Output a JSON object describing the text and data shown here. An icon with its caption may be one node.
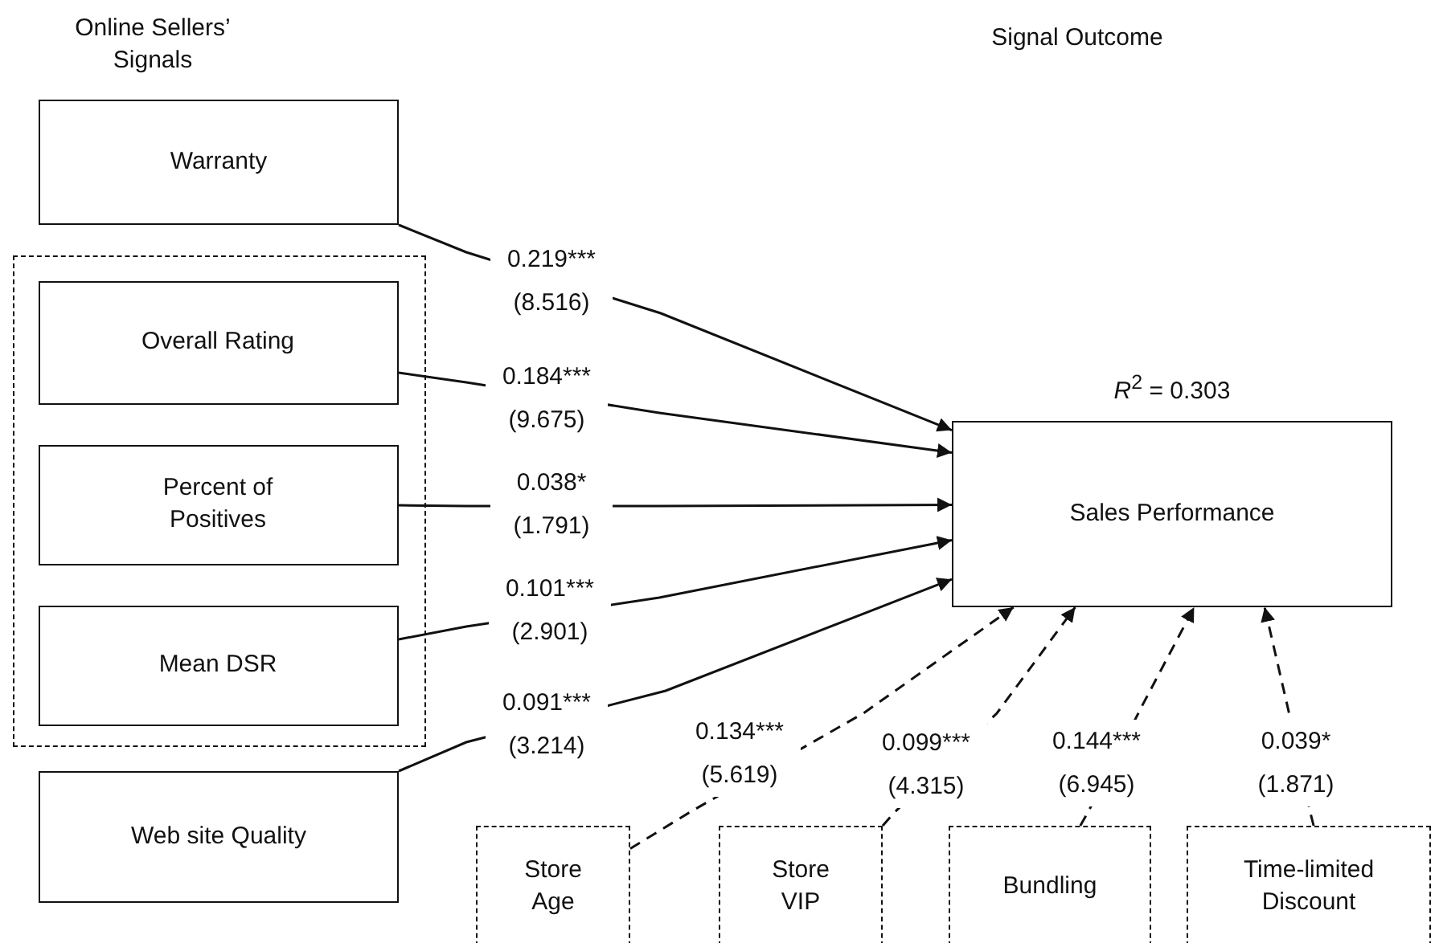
{
  "diagram": {
    "nodes": [
      {
        "text": [
          "Warranty"
        ]
      },
      {
        "text": [],
        "shape": "box"
      },
      {
        "text": [
          "Overall Rating"
        ],
        "in": 1
      },
      {
        "text": [
          "Percent of Positives"
        ],
        "in": 1
      },
      {
        "text": [
          "Mean DSR"
        ],
        "in": 1
      },
      {
        "text": [
          "Web site Quality"
        ]
      },
      {
        "text": [
          "Sales Performance"
        ],
        "beside": [
          "*R*$^{2}$ = 0.303"
        ]
      },
      {
        "text": [
          "Store Age"
        ]
      },
      {
        "text": [
          "Store VIP"
        ]
      },
      {
        "text": [
          "Bundling"
        ]
      },
      {
        "text": [
          "Time-limited Discount"
        ]
      }
    ],
    "edges": [
      {
        "from": 0,
        "to": 6,
        "arrow": "to",
        "label": "0.219*** (8.516)"
      },
      {
        "from": 2,
        "to": 6,
        "arrow": "to",
        "label": "0.184*** (9.675)"
      },
      {
        "from": 3,
        "to": 6,
        "arrow": "to",
        "label": "0.038* (1.791)"
      },
      {
        "from": 4,
        "to": 6,
        "arrow": "to",
        "label": "0.101*** (2.901)"
      },
      {
        "from": 5,
        "to": 6,
        "arrow": "to",
        "label": "0.091*** (3.214)"
      },
      {
        "from": 7,
        "to": 6,
        "arrow": "to",
        "label": "0.134*** (5.619)",
        "style": "dashed"
      },
      {
        "from": 8,
        "to": 6,
        "arrow": "to",
        "label": "0.099*** (4.315)",
        "style": "dashed"
      },
      {
        "from": 9,
        "to": 6,
        "arrow": "to",
        "label": "0.144*** (6.945)",
        "style": "dashed"
      },
      {
        "from": 10,
        "to": 6,
        "arrow": "to",
        "label": "0.039* (1.871)",
        "style": "dashed"
      }
    ],
    "labels": [
      "Online Sellers’ Signals",
      "Signal Outcome"
    ]
  }
}
